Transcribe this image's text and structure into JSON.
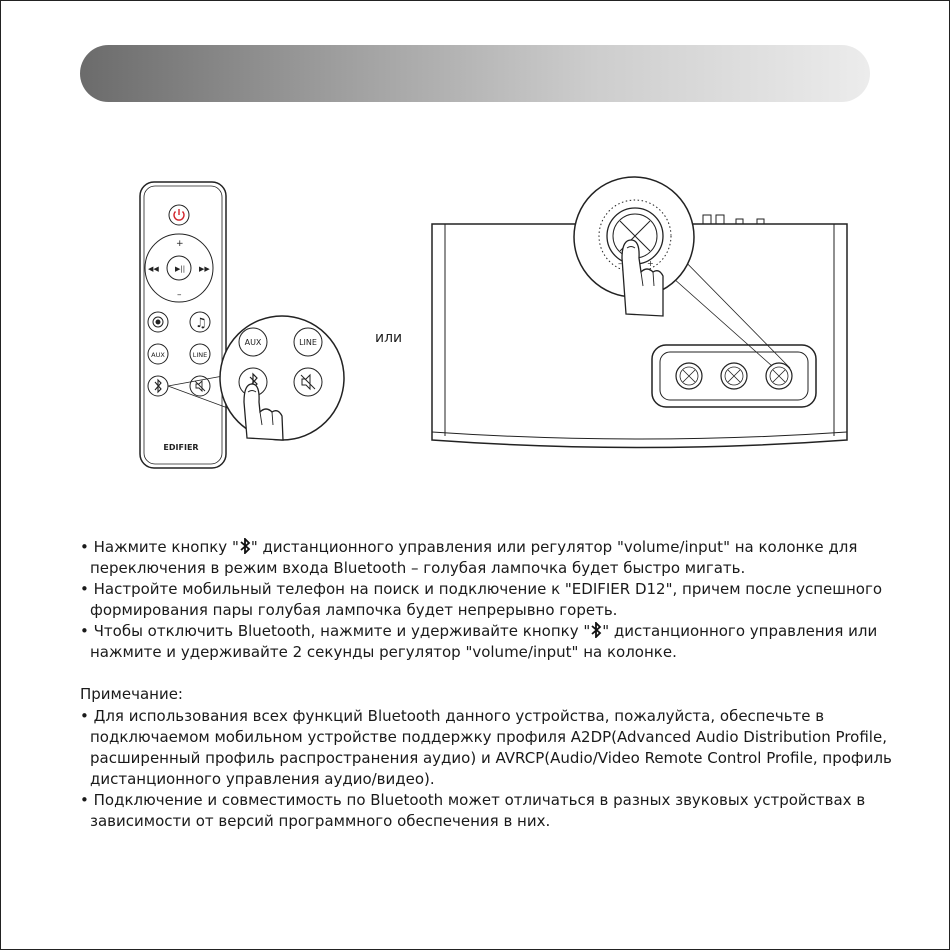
{
  "remote": {
    "buttons": [
      "AUX",
      "LINE"
    ],
    "brand": "EDIFIER"
  },
  "zoom_labels": [
    "AUX",
    "LINE"
  ],
  "connector_word": "или",
  "instructions": [
    {
      "pre": "• Нажмите кнопку \"",
      "icon": "bluetooth-icon",
      "post": "\" дистанционного управления или регулятор \"volume/input\" на колонке для переключения в режим входа Bluetooth – голубая лампочка будет быстро мигать."
    },
    {
      "text": "• Настройте мобильный телефон на поиск и подключение к \"EDIFIER D12\", причем после успешного формирования пары голубая лампочка будет непрерывно гореть."
    },
    {
      "pre": "• Чтобы отключить Bluetooth, нажмите и удерживайте кнопку \"",
      "icon": "bluetooth-icon",
      "post": "\" дистанционного управления или нажмите и удерживайте 2 секунды регулятор \"volume/input\" на колонке."
    }
  ],
  "note": {
    "title": "Примечание:",
    "items": [
      "• Для использования всех функций Bluetooth данного устройства, пожалуйста, обеспечьте в подключаемом мобильном устройстве поддержку профиля A2DP(Advanced Audio Distribution Profile, расширенный профиль распространения аудио) и AVRCP(Audio/Video Remote Control Profile, профиль дистанционного управления аудио/видео).",
      "• Подключение и совместимость по Bluetooth может отличаться в разных звуковых устройствах в зависимости от версий программного обеспечения в них."
    ]
  },
  "colors": {
    "power": "#d2232a",
    "header_dark": "#6b6b6b",
    "header_light": "#ececec"
  }
}
